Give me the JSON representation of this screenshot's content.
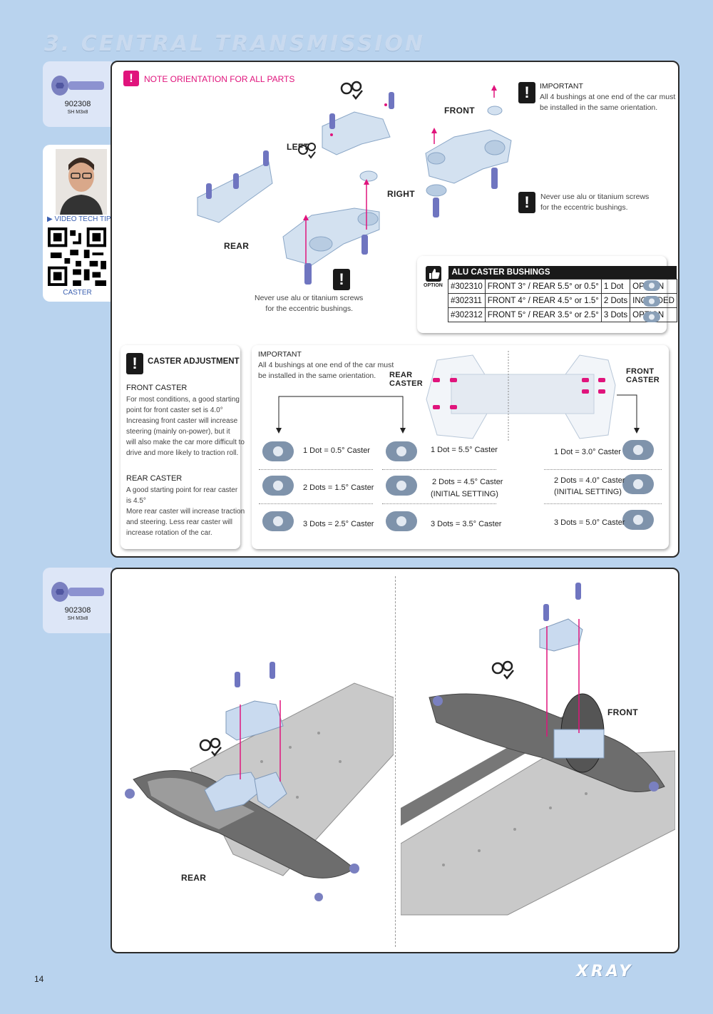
{
  "page": {
    "title": "3. CENTRAL TRANSMISSION",
    "page_number": "14",
    "brand": "XRAY"
  },
  "sidebar": {
    "part1": {
      "number": "902308",
      "desc": "SH M3x8"
    },
    "video": {
      "label": "VIDEO TECH TIP",
      "topic": "CASTER"
    },
    "part2": {
      "number": "902308",
      "desc": "SH M3x8"
    }
  },
  "step1": {
    "note": "NOTE ORIENTATION FOR ALL PARTS",
    "labels": {
      "front": "FRONT",
      "left": "LEFT",
      "right": "RIGHT",
      "rear": "REAR"
    },
    "important_title": "IMPORTANT",
    "important_text_1": "All 4 bushings at one end of the car must",
    "important_text_2": "be installed in the same orientation.",
    "warning_right_1": "Never use alu or titanium screws",
    "warning_right_2": "for the eccentric bushings.",
    "warning_left_1": "Never use alu or titanium screws",
    "warning_left_2": "for the eccentric bushings."
  },
  "option_table": {
    "option_label": "OPTION",
    "header": "ALU CASTER BUSHINGS",
    "rows": [
      {
        "part": "#302310",
        "desc": "FRONT 3° / REAR 5.5° or 0.5°",
        "dots": "1 Dot",
        "status": "OPTION"
      },
      {
        "part": "#302311",
        "desc": "FRONT 4° / REAR 4.5° or 1.5°",
        "dots": "2 Dots",
        "status": "INCLUDED"
      },
      {
        "part": "#302312",
        "desc": "FRONT 5° / REAR 3.5° or 2.5°",
        "dots": "3 Dots",
        "status": "OPTION"
      }
    ]
  },
  "caster": {
    "title": "CASTER ADJUSTMENT",
    "front_title": "FRONT CASTER",
    "front_lines": [
      "For most conditions, a good starting",
      "point for front caster set is 4.0°",
      "Increasing front caster will increase",
      "steering (mainly on-power), but it",
      "will also make the car more difficult to",
      "drive and more likely to traction roll."
    ],
    "rear_title": "REAR CASTER",
    "rear_lines": [
      "A good starting point for rear caster",
      "is 4.5°",
      "More rear caster will increase traction",
      "and steering. Less rear caster will",
      "increase rotation of the car."
    ],
    "important_title": "IMPORTANT",
    "important_1": "All 4 bushings at one end of the car must",
    "important_2": "be installed in the same orientation.",
    "rear_label_1": "REAR",
    "rear_label_2": "CASTER",
    "front_label_1": "FRONT",
    "front_label_2": "CASTER",
    "rear_col1": [
      "1 Dot = 0.5° Caster",
      "2 Dots = 1.5° Caster",
      "3 Dots = 2.5° Caster"
    ],
    "rear_col2": [
      "1 Dot = 5.5° Caster",
      "2 Dots = 4.5° Caster",
      "3 Dots = 3.5° Caster"
    ],
    "front_col": [
      "1 Dot = 3.0° Caster",
      "2 Dots = 4.0° Caster",
      "3 Dots = 5.0° Caster"
    ],
    "initial": "(INITIAL SETTING)"
  },
  "step2": {
    "rear_label": "REAR",
    "front_label": "FRONT"
  }
}
